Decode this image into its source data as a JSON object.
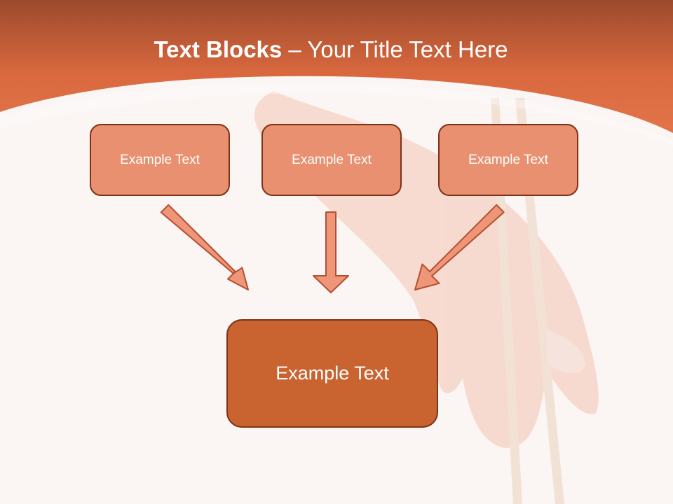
{
  "slide": {
    "title_bold": "Text Blocks",
    "title_rest": " – Your Title Text Here"
  },
  "blocks": [
    {
      "label": "Example Text"
    },
    {
      "label": "Example Text"
    },
    {
      "label": "Example Text"
    }
  ],
  "target": {
    "label": "Example Text"
  },
  "colors": {
    "header": "#d9683e",
    "header_dark": "#a5472a",
    "background": "#fbf5f4",
    "block_fill": "#e8906f",
    "target_fill": "#c96330",
    "stroke": "#7e3218",
    "arrow_fill": "#ee9677",
    "arrow_stroke": "#b44f32"
  }
}
